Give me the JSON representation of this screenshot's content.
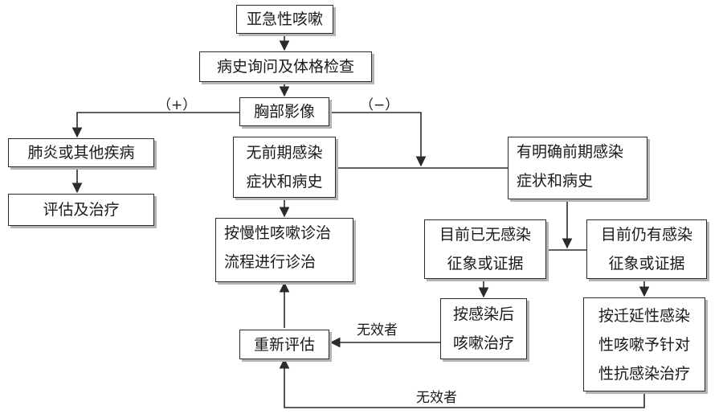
{
  "nodes": {
    "start": "亚急性咳嗽",
    "history": "病史询问及体格检查",
    "imaging": "胸部影像",
    "pneumonia": "肺炎或其他疾病",
    "evaluate_treat": "评估及治疗",
    "no_prior_1": "无前期感染",
    "no_prior_2": "症状和病史",
    "clear_prior_1": "有明确前期感染",
    "clear_prior_2": "症状和病史",
    "chronic_1": "按慢性咳嗽诊治",
    "chronic_2": "流程进行诊治",
    "no_signs_1": "目前已无感染",
    "no_signs_2": "征象或证据",
    "still_signs_1": "目前仍有感染",
    "still_signs_2": "征象或证据",
    "post_inf_1": "按感染后",
    "post_inf_2": "咳嗽治疗",
    "prolonged_1": "按迁延性感染",
    "prolonged_2": "性咳嗽予针对",
    "prolonged_3": "性抗感染治疗",
    "reassess": "重新评估"
  },
  "labels": {
    "positive": "（+）",
    "negative": "（−）",
    "ineffective_1": "无效者",
    "ineffective_2": "无效者"
  }
}
